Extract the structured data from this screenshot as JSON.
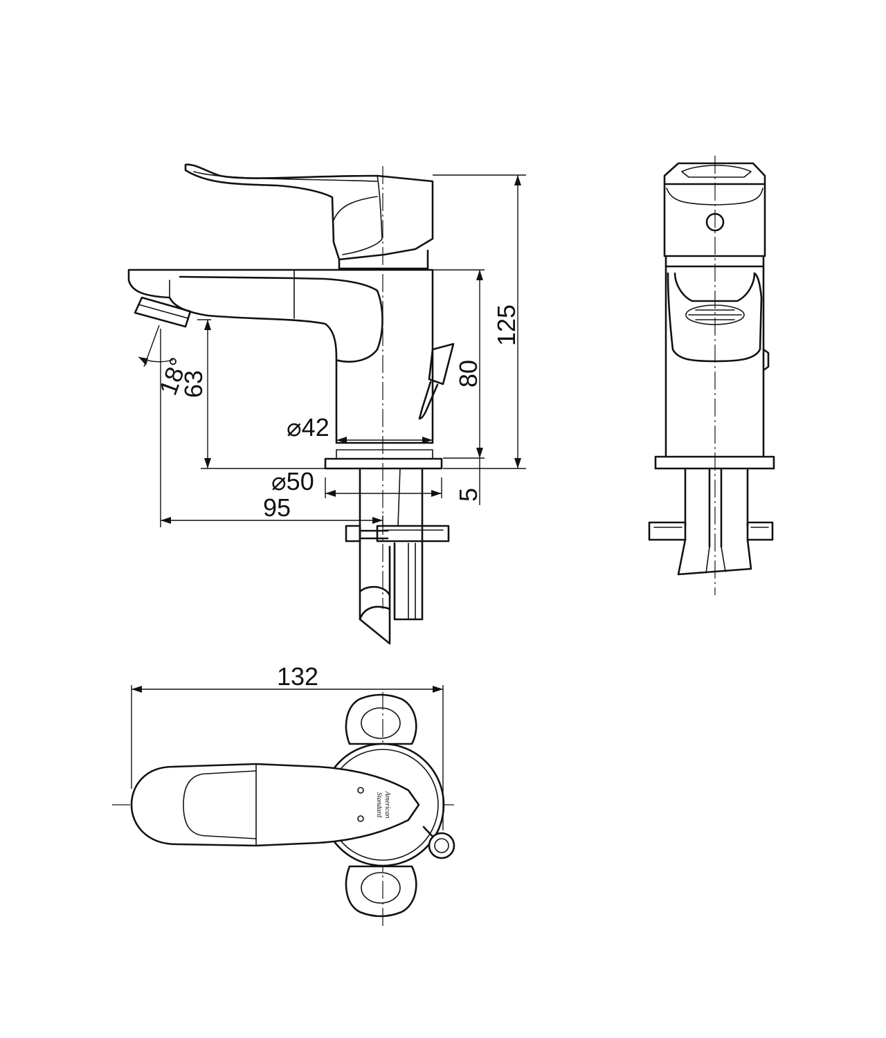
{
  "dimensions": {
    "total_height": "125",
    "body_height": "80",
    "base_thickness": "5",
    "body_diameter": "⌀42",
    "base_diameter": "⌀50",
    "spout_reach": "95",
    "spout_height": "63",
    "flow_angle": "18°",
    "top_length": "132"
  },
  "branding": {
    "logo_line1": "American",
    "logo_line2": "Standard"
  }
}
